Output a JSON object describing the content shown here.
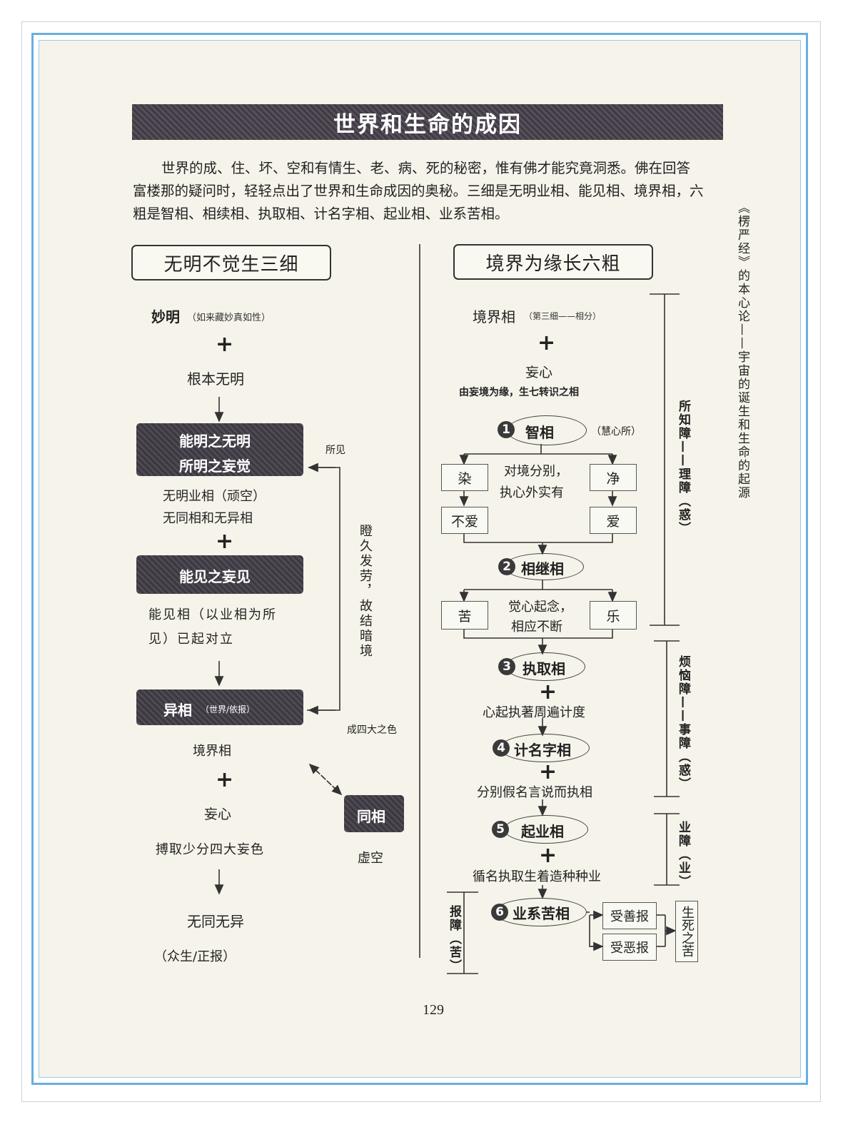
{
  "title": "世界和生命的成因",
  "intro": "世界的成、住、坏、空和有情生、老、病、死的秘密，惟有佛才能究竟洞悉。佛在回答富楼那的疑问时，轻轻点出了世界和生命成因的奥秘。三细是无明业相、能见相、境界相，六粗是智相、相续相、执取相、计名字相、起业相、业系苦相。",
  "side_title": "《楞严经》的本心论——宇宙的诞生和生命的起源",
  "page_number": "129",
  "left": {
    "header": "无明不觉生三细",
    "miaoming": "妙明",
    "miaoming_note": "（如来藏妙真如性）",
    "genben": "根本无明",
    "box1_line1": "能明之无明",
    "box1_line2": "所明之妄觉",
    "wuming1": "无明业相（顽空）",
    "wuming2": "无同相和无异相",
    "box2": "能见之妄见",
    "nengjian1": "能见相（以业相为所",
    "nengjian2": "见）已起对立",
    "box3": "异相",
    "box3_note": "（世界/依报）",
    "jingjie": "境界相",
    "wangxin": "妄心",
    "bozu": "搏取少分四大妄色",
    "wutong": "无同无异",
    "zhongsheng": "（众生/正报）",
    "suojian": "所见",
    "dengjiu": "瞪久发劳，故结暗境",
    "chengsi": "成四大之色",
    "tongxiang": "同相",
    "xukong": "虚空"
  },
  "right": {
    "header": "境界为缘长六粗",
    "jingjie": "境界相",
    "jingjie_note": "（第三细——相分）",
    "wangxin": "妄心",
    "wangxin_note": "由妄境为缘，生七转识之相",
    "zhixiang": "智相",
    "zhixiang_note": "（慧心所）",
    "ran": "染",
    "jing": "净",
    "buai": "不爱",
    "ai": "爱",
    "duijing1": "对境分别，",
    "duijing2": "执心外实有",
    "xiangji": "相继相",
    "ku": "苦",
    "le": "乐",
    "jue1": "觉心起念，",
    "jue2": "相应不断",
    "zhiqu": "执取相",
    "zhiqu_desc": "心起执著周遍计度",
    "jiming": "计名字相",
    "jiming_desc": "分别假名言说而执相",
    "qiye": "起业相",
    "qiye_desc": "循名执取生着造种种业",
    "yexi": "业系苦相",
    "shanbao": "受善报",
    "ebao": "受恶报",
    "shengsi": "生死之苦",
    "baozhang": "报障（苦）",
    "suozhi": "所知障——理障（惑）",
    "fannao": "烦恼障——事障（惑）",
    "yezhang": "业障（业）",
    "nums": [
      "1",
      "2",
      "3",
      "4",
      "5",
      "6"
    ]
  }
}
